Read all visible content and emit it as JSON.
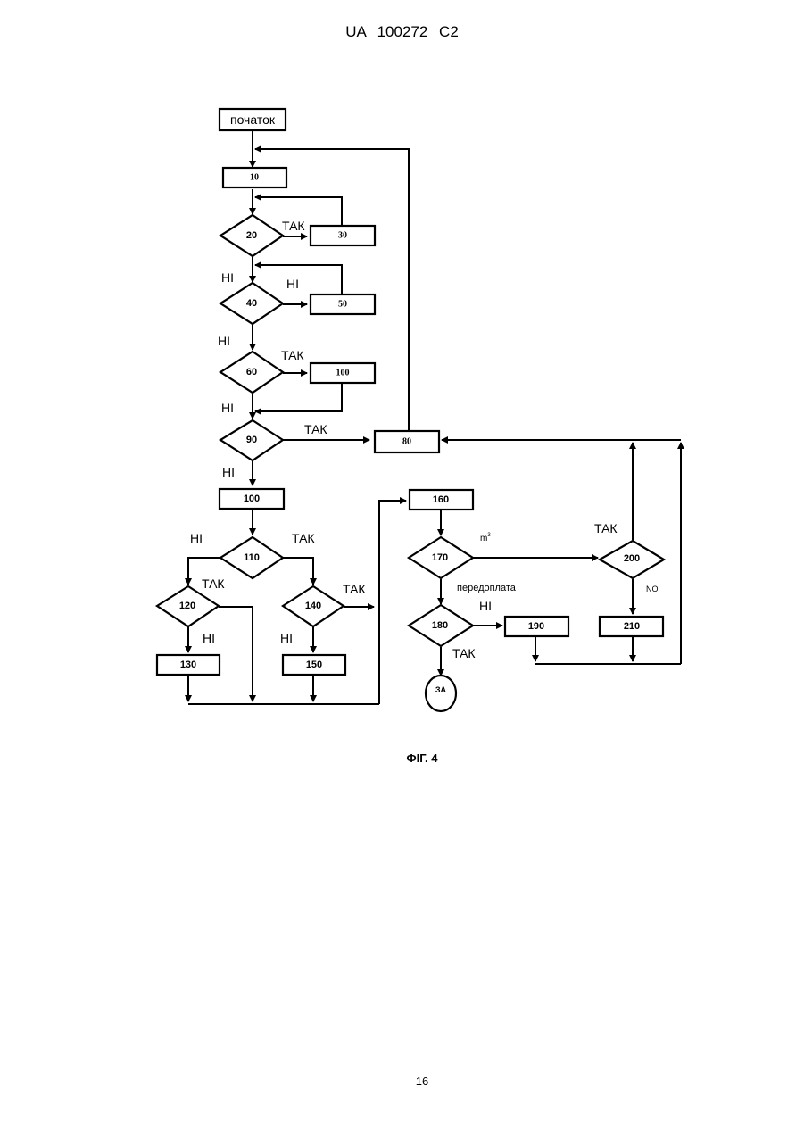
{
  "header": "UA   100272   C2",
  "caption": "ФІГ. 4",
  "page_number": "16",
  "nodes": {
    "start": "початок",
    "n10": "10",
    "n20": "20",
    "n30": "30",
    "n40": "40",
    "n50": "50",
    "n60": "60",
    "n100a": "100",
    "n90": "90",
    "n80": "80",
    "n100": "100",
    "n110": "110",
    "n120": "120",
    "n140": "140",
    "n130": "130",
    "n150": "150",
    "n160": "160",
    "n170": "170",
    "n180": "180",
    "n190": "190",
    "n200": "200",
    "n210": "210",
    "end": "ЗА"
  },
  "labels": {
    "yes": "ТАК",
    "no": "НІ",
    "no_en": "NO",
    "m3": "m",
    "m3_sup": "3",
    "prepay": "передоплата"
  }
}
